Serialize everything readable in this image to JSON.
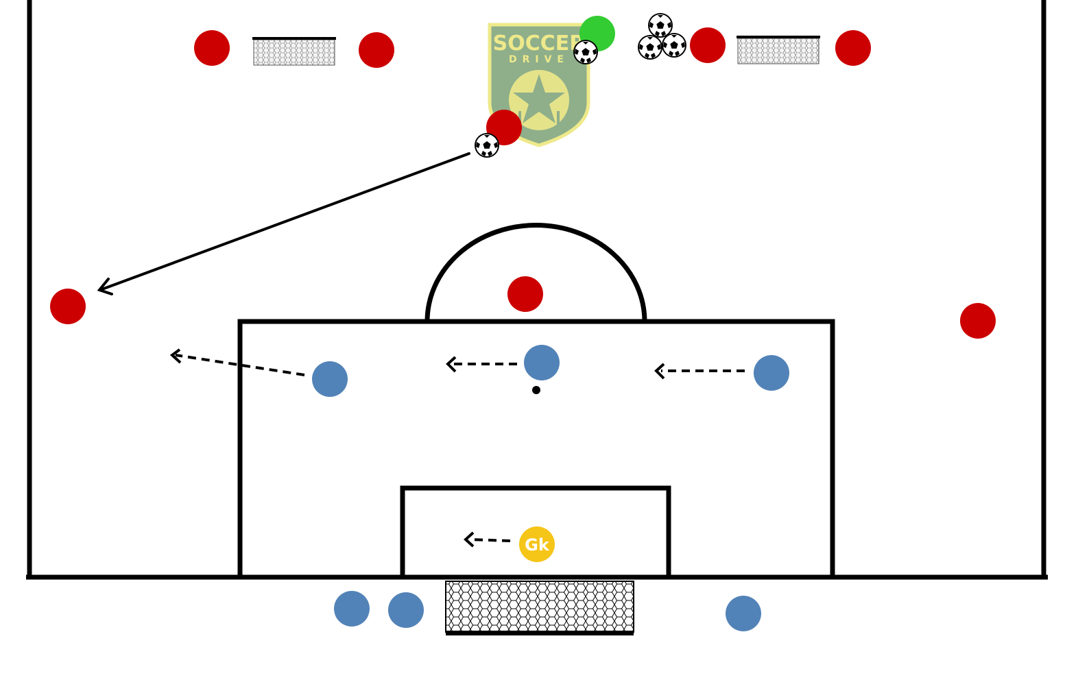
{
  "logo": {
    "line1": "SOCCER",
    "line2": "DRIVE",
    "colors": {
      "shield": "#8FAF8A",
      "border": "#EEE98A",
      "text": "#EEE98A"
    }
  },
  "goalkeeper": {
    "label": "Gk",
    "color": "#F5C518",
    "text_color": "#ffffff"
  },
  "colors": {
    "red_team": "#CC0000",
    "blue_team": "#5283B8",
    "neutral": "#33CC33",
    "lines": "#000000"
  },
  "icons": {
    "player": "circle-marker",
    "ball": "soccer-ball-icon",
    "goal": "net-goal-icon",
    "pass": "solid-arrow",
    "run": "dashed-arrow"
  }
}
